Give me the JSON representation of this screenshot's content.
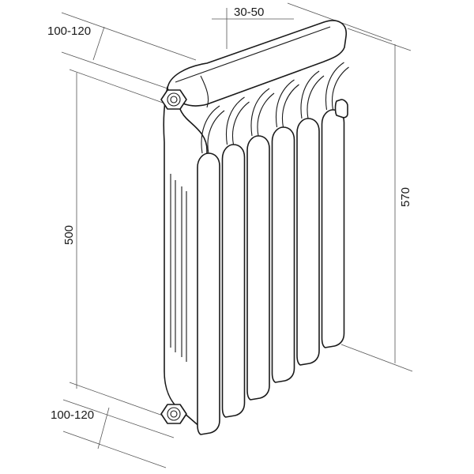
{
  "dimensions": {
    "top_depth": "100-120",
    "top_width": "30-50",
    "axis_distance": "500",
    "total_height": "570",
    "bottom_depth": "100-120"
  },
  "colors": {
    "line": "#1a1a1a",
    "dimension_line": "#555555",
    "background": "#ffffff"
  },
  "radiator": {
    "sections": 6
  }
}
